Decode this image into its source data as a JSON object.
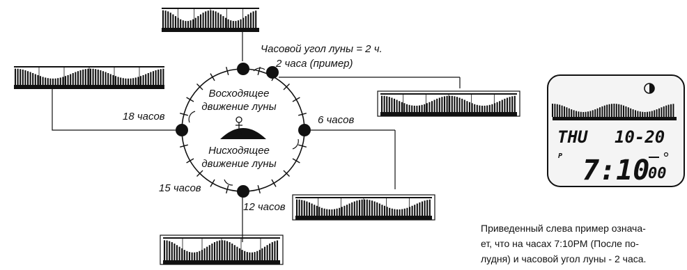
{
  "colors": {
    "ink": "#111111",
    "paper": "#ffffff",
    "screen_bg": "#f4f4f4"
  },
  "circle": {
    "top_labels": {
      "hour_angle": "Часовой угол луны = 2 ч.",
      "example": "2 часа (пример)"
    },
    "upper_label": [
      "Восходящее",
      "движение луны"
    ],
    "lower_label": [
      "Нисходящее",
      "движение луны"
    ],
    "hour_labels": {
      "h6": "6 часов",
      "h12": "12 часов",
      "h15": "15 часов",
      "h18": "18 часов"
    }
  },
  "watch": {
    "day": "THU",
    "date": "10-20",
    "pm_marker": "P",
    "time_main": "7:10",
    "time_seconds": "00",
    "moon_icon": "half-moon-icon",
    "person_icon": "person-icon"
  },
  "caption": {
    "lines": [
      "Приведенный слева пример означа-",
      "ет, что на часах 7:10PM (После по-",
      "лудня) и  часовой угол луны - 2 часа."
    ]
  }
}
